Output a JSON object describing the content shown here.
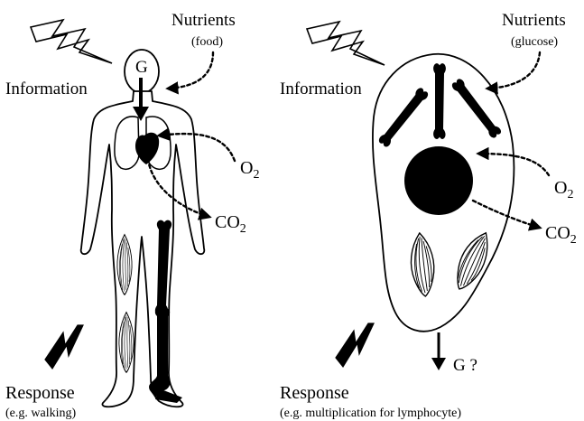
{
  "left_panel": {
    "information_label": "Information",
    "nutrients_label": "Nutrients",
    "nutrients_detail": "(food)",
    "g_label": "G",
    "o2_main": "O",
    "o2_sub": "2",
    "co2_main": "CO",
    "co2_sub": "2",
    "response_label": "Response",
    "response_detail": "(e.g. walking)"
  },
  "right_panel": {
    "information_label": "Information",
    "nutrients_label": "Nutrients",
    "nutrients_detail": "(glucose)",
    "o2_main": "O",
    "o2_sub": "2",
    "co2_main": "CO",
    "co2_sub": "2",
    "g_output_label": "G ?",
    "response_label": "Response",
    "response_detail": "(e.g. multiplication for lymphocyte)"
  },
  "icons": [
    "lightning-bolt-icon",
    "human-body-icon",
    "cell-icon",
    "bone-icon",
    "muscle-icon",
    "heart-icon",
    "lungs-icon",
    "nucleus-icon"
  ]
}
